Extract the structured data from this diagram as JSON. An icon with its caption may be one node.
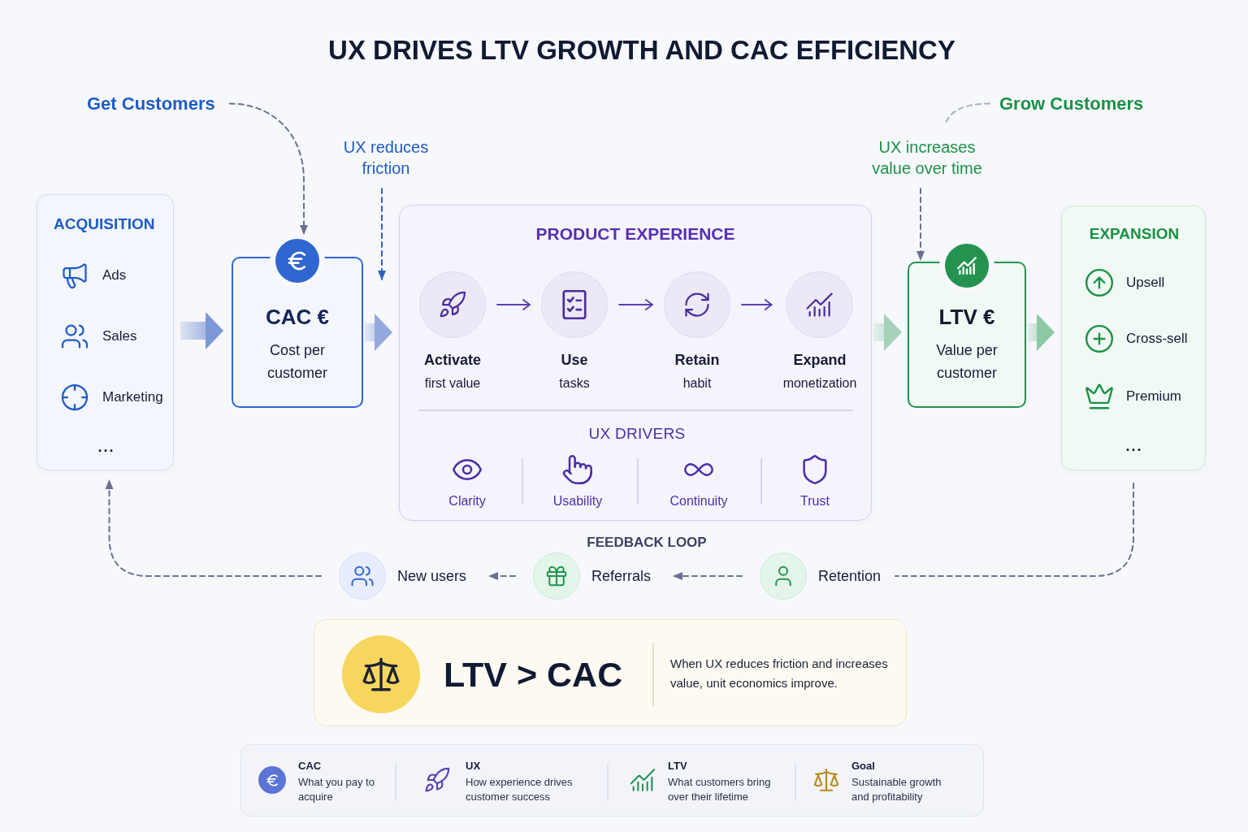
{
  "diagram": {
    "title": "UX DRIVES LTV GROWTH AND CAC EFFICIENCY",
    "nodes": [
      {
        "text": [
          "Get Customers"
        ]
      },
      {
        "text": [
          "Grow Customers"
        ]
      },
      {
        "text": [
          "UX reduces friction"
        ]
      },
      {
        "text": [
          "UX increases value over time"
        ]
      },
      {
        "text": [
          "ACQUISITION",
          "Ads",
          "Sales",
          "Marketing",
          "..."
        ]
      },
      {
        "text": [
          "CAC €",
          "Cost per customer"
        ]
      },
      {
        "text": [
          "PRODUCT EXPERIENCE",
          "UX DRIVERS",
          "Clarity",
          "Usability",
          "Continuity",
          "Trust"
        ]
      },
      {
        "text": [
          "Activate",
          "first value"
        ],
        "in": 6
      },
      {
        "text": [
          "Use",
          "tasks"
        ],
        "in": 6
      },
      {
        "text": [
          "Retain",
          "habit"
        ],
        "in": 6
      },
      {
        "text": [
          "Expand",
          "monetization"
        ],
        "in": 6
      },
      {
        "text": [
          "LTV €",
          "Value per customer"
        ]
      },
      {
        "text": [
          "EXPANSION",
          "Upsell",
          "Cross-sell",
          "Premium",
          "..."
        ]
      },
      {
        "text": [
          "New users"
        ]
      },
      {
        "text": [
          "Referrals"
        ]
      },
      {
        "text": [
          "Retention"
        ]
      },
      {
        "text": [
          "LTV > CAC",
          "When UX reduces friction and increases value, unit economics improve."
        ]
      },
      {
        "text": [
          "CAC",
          "What you pay to acquire",
          "UX",
          "How experience drives customer success",
          "LTV",
          "What customers bring over their lifetime",
          "Goal",
          "Sustainable growth and profitability"
        ]
      }
    ],
    "edges": [
      {
        "from": 0,
        "to": 5,
        "arrow": "to",
        "style": "dashed"
      },
      {
        "from": 1,
        "to": 3,
        "arrow": "none",
        "style": "dashed",
        "color": "#a9afc2"
      },
      {
        "from": 2,
        "to": 6,
        "arrow": "to",
        "style": "dashed",
        "color": "#2f5fc8"
      },
      {
        "from": 3,
        "to": 11,
        "arrow": "to",
        "style": "dashed"
      },
      {
        "from": 4,
        "to": 5,
        "arrow": "to",
        "style": "thick",
        "color": "#7d98d8"
      },
      {
        "from": 5,
        "to": 6,
        "arrow": "to",
        "style": "thick",
        "color": "#93a9dc"
      },
      {
        "from": 6,
        "to": 11,
        "arrow": "to",
        "style": "thick",
        "color": "#a3d2b8"
      },
      {
        "from": 11,
        "to": 12,
        "arrow": "to",
        "style": "thick",
        "color": "#8bc9a5"
      },
      {
        "from": 7,
        "to": 8,
        "arrow": "to",
        "color": "#5b3fb0"
      },
      {
        "from": 8,
        "to": 9,
        "arrow": "to",
        "color": "#5b3fb0"
      },
      {
        "from": 9,
        "to": 10,
        "arrow": "to",
        "color": "#5b3fb0"
      },
      {
        "from": 12,
        "to": 15,
        "arrow": "none",
        "style": "dashed"
      },
      {
        "from": 15,
        "to": 14,
        "arrow": "to",
        "style": "dashed"
      },
      {
        "from": 14,
        "to": 13,
        "arrow": "to",
        "style": "dashed"
      },
      {
        "from": 13,
        "to": 4,
        "arrow": "to",
        "style": "dashed"
      }
    ],
    "labels": [
      "FEEDBACK LOOP"
    ]
  }
}
